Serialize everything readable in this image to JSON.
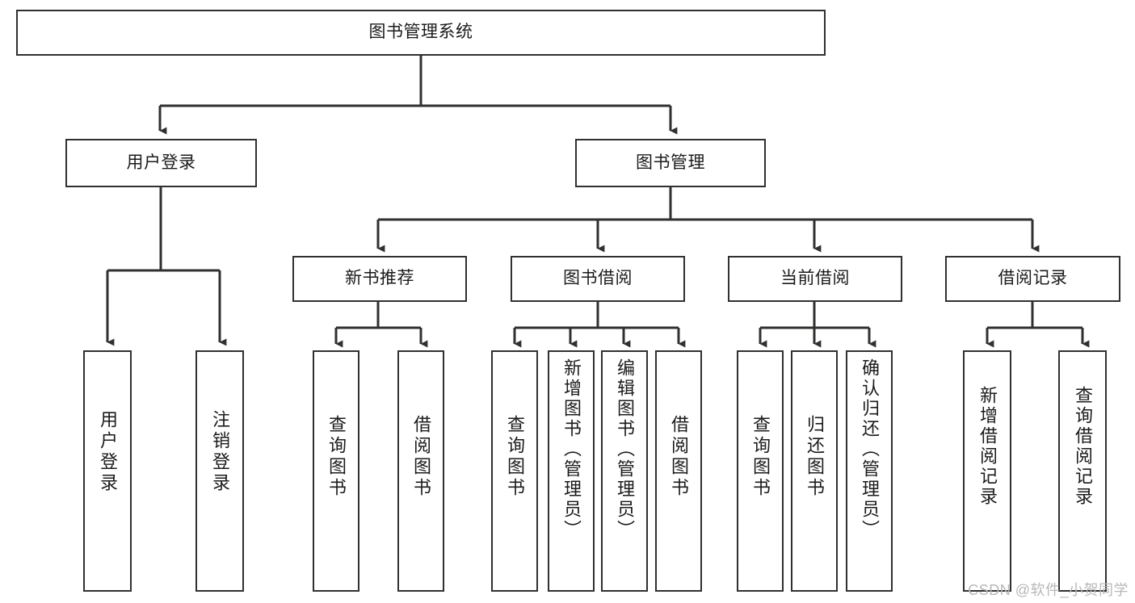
{
  "diagram": {
    "type": "tree-hierarchy",
    "title": "图书管理系统",
    "colors": {
      "node_border": "#30302f",
      "node_fill": "#ffffff",
      "connector": "#30302f",
      "text": "#1b1b1b",
      "watermark": "#b8b8b8"
    },
    "levels": {
      "root": {
        "label": "图书管理系统"
      },
      "level2": [
        {
          "label": "用户登录"
        },
        {
          "label": "图书管理"
        }
      ],
      "level3": [
        {
          "label": "新书推荐"
        },
        {
          "label": "图书借阅"
        },
        {
          "label": "当前借阅"
        },
        {
          "label": "借阅记录"
        }
      ],
      "leaves": [
        {
          "label": "用户登录",
          "parent": "用户登录"
        },
        {
          "label": "注销登录",
          "parent": "用户登录"
        },
        {
          "label": "查询图书",
          "parent": "新书推荐"
        },
        {
          "label": "借阅图书",
          "parent": "新书推荐"
        },
        {
          "label": "查询图书",
          "parent": "图书借阅"
        },
        {
          "label": "新增图书（管理员）",
          "parent": "图书借阅"
        },
        {
          "label": "编辑图书（管理员）",
          "parent": "图书借阅"
        },
        {
          "label": "借阅图书",
          "parent": "图书借阅"
        },
        {
          "label": "查询图书",
          "parent": "当前借阅"
        },
        {
          "label": "归还图书",
          "parent": "当前借阅"
        },
        {
          "label": "确认归还（管理员）",
          "parent": "当前借阅"
        },
        {
          "label": "新增借阅记录",
          "parent": "借阅记录"
        },
        {
          "label": "查询借阅记录",
          "parent": "借阅记录"
        }
      ]
    },
    "watermark": "CSDN @软件_小贺同学"
  }
}
